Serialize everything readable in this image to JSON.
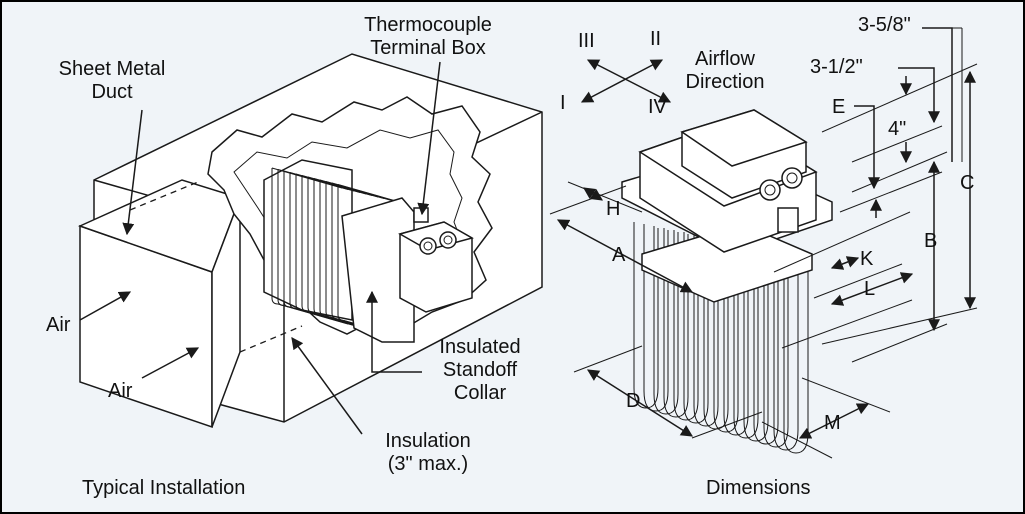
{
  "installation": {
    "caption": "Typical Installation",
    "duct_label_line1": "Sheet Metal",
    "duct_label_line2": "Duct",
    "terminal_label_line1": "Thermocouple",
    "terminal_label_line2": "Terminal Box",
    "collar_label_line1": "Insulated",
    "collar_label_line2": "Standoff",
    "collar_label_line3": "Collar",
    "insulation_label_line1": "Insulation",
    "insulation_label_line2": "(3\" max.)",
    "air_label_upper": "Air",
    "air_label_lower": "Air"
  },
  "dimensions": {
    "caption": "Dimensions",
    "airflow_line1": "Airflow",
    "airflow_line2": "Direction",
    "directions": {
      "i": "I",
      "ii": "II",
      "iii": "III",
      "iv": "IV"
    },
    "measure_top": "3-5/8\"",
    "measure_second": "3-1/2\"",
    "measure_third": "4\"",
    "letters": {
      "a": "A",
      "b": "B",
      "c": "C",
      "d": "D",
      "e": "E",
      "h": "H",
      "k": "K",
      "l": "L",
      "m": "M"
    }
  },
  "colors": {
    "background": "#f0f4f8",
    "line": "#1a1a1a",
    "fill": "#ffffff"
  }
}
